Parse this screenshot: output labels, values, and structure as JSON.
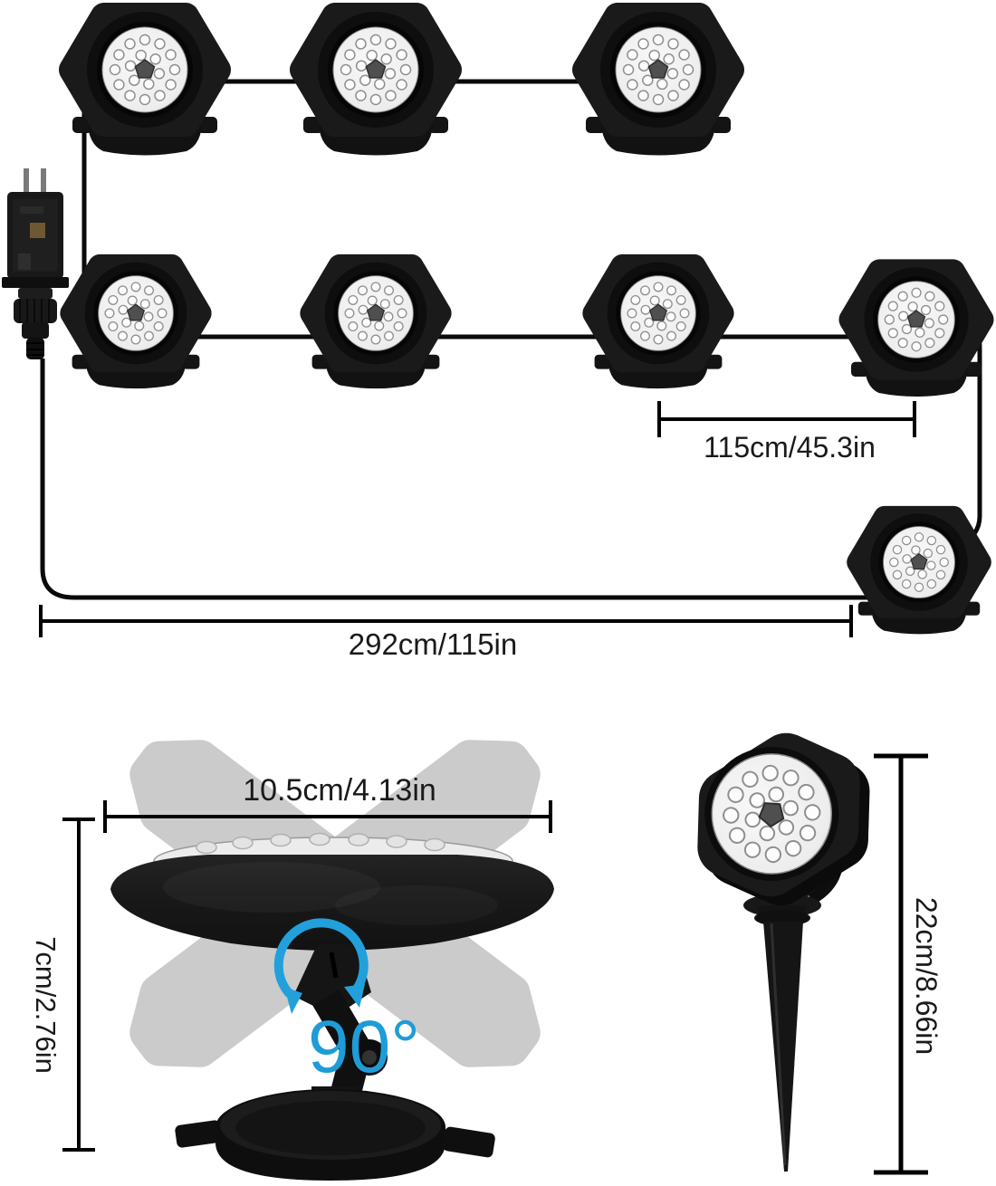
{
  "dimensions": {
    "spacing": "115cm/45.3in",
    "total_length": "292cm/115in",
    "head_width": "10.5cm/4.13in",
    "head_height": "7cm/2.76in",
    "stake_height": "22cm/8.66in",
    "rotation_angle": "90°"
  },
  "colors": {
    "accent_blue": "#1e9cd8",
    "dimension_line": "#000000",
    "light_body": "#1c1c1c"
  },
  "counts": {
    "string_lights": 8,
    "leds_per_light": 18
  }
}
